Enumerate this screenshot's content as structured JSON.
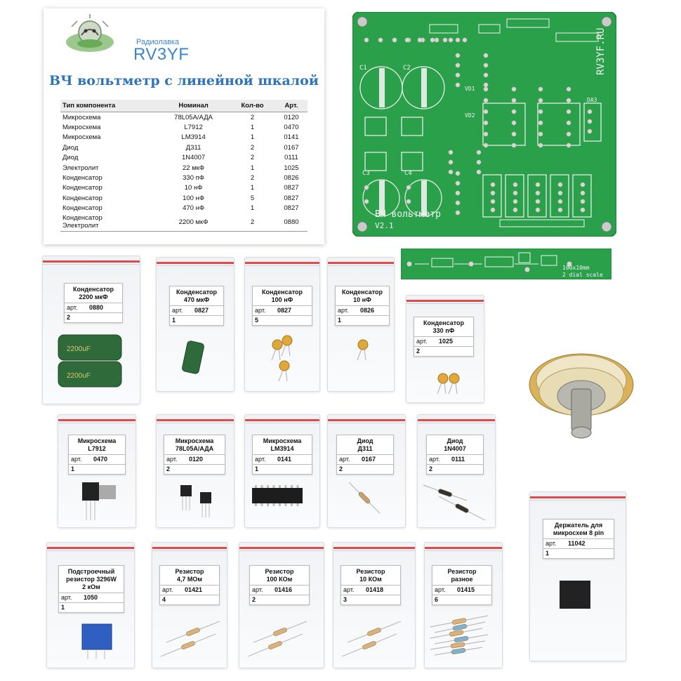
{
  "sheet": {
    "brand_sub": "Радиолавка",
    "brand": "RV3YF",
    "title": "ВЧ вольтметр с линейной шкалой",
    "table": {
      "headers": [
        "Тип компонента",
        "Номинал",
        "Кол-во",
        "Арт."
      ],
      "rows": [
        [
          "Микросхема",
          "78L05A/АДА",
          "2",
          "0120"
        ],
        [
          "Микросхема",
          "L7912",
          "1",
          "0470"
        ],
        [
          "Микросхема",
          "LM3914",
          "1",
          "0141"
        ],
        [
          "Диод",
          "Д311",
          "2",
          "0167"
        ],
        [
          "Диод",
          "1N4007",
          "2",
          "0111"
        ],
        [
          "Электролит",
          "22 мкФ",
          "1",
          "1025"
        ],
        [
          "Конденсатор",
          "330 пФ",
          "2",
          "0826"
        ],
        [
          "Конденсатор",
          "10 нФ",
          "1",
          "0827"
        ],
        [
          "Конденсатор",
          "100 нФ",
          "5",
          "0827"
        ],
        [
          "Конденсатор",
          "470 нФ",
          "1",
          "0827"
        ],
        [
          "Конденсатор\nЭлектролит",
          "2200 мкФ",
          "2",
          "0880"
        ]
      ]
    }
  },
  "pcb": {
    "brand": "RV3YF.RU",
    "title": "ВЧ вольтметр",
    "version": "V2.1",
    "labels": [
      "C1",
      "C2",
      "C3",
      "C4",
      "DA3",
      "VD1",
      "VD2"
    ]
  },
  "pcb2": {
    "label": "100x10mm",
    "sub": "2 dial scale"
  },
  "bags": [
    {
      "title": "Конденсатор\n2200 мкФ",
      "art_label": "арт.",
      "art": "0880",
      "qty": "2"
    },
    {
      "title": "Конденсатор\n470 мкФ",
      "art_label": "арт.",
      "art": "0827",
      "qty": "1"
    },
    {
      "title": "Конденсатор\n100 нФ",
      "art_label": "арт.",
      "art": "0827",
      "qty": "5"
    },
    {
      "title": "Конденсатор\n10 нФ",
      "art_label": "арт.",
      "art": "0826",
      "qty": "1"
    },
    {
      "title": "Конденсатор\n330 пФ",
      "art_label": "арт.",
      "art": "1025",
      "qty": "2"
    },
    {
      "title": "Микросхема\nL7912",
      "art_label": "арт.",
      "art": "0470",
      "qty": "1"
    },
    {
      "title": "Микросхема\n78L05A/АДА",
      "art_label": "арт.",
      "art": "0120",
      "qty": "2"
    },
    {
      "title": "Микросхема\nLM3914",
      "art_label": "арт.",
      "art": "0141",
      "qty": "1"
    },
    {
      "title": "Диод\nД311",
      "art_label": "арт.",
      "art": "0167",
      "qty": "2"
    },
    {
      "title": "Диод\n1N4007",
      "art_label": "арт.",
      "art": "0111",
      "qty": "2"
    },
    {
      "title": "Держатель для\nмикросхем 8 pin",
      "art_label": "арт.",
      "art": "11042",
      "qty": "1"
    },
    {
      "title": "Подстроечный\nрезистор 3296W\n2 кОм",
      "art_label": "арт.",
      "art": "1050",
      "qty": "1"
    },
    {
      "title": "Резистор\n4,7 МОм",
      "art_label": "арт.",
      "art": "01421",
      "qty": "4"
    },
    {
      "title": "Резистор\n100 КОм",
      "art_label": "арт.",
      "art": "01416",
      "qty": "2"
    },
    {
      "title": "Резистор\n10 КОм",
      "art_label": "арт.",
      "art": "01418",
      "qty": "3"
    },
    {
      "title": "Резистор\nразное",
      "art_label": "арт.",
      "art": "01415",
      "qty": "6"
    }
  ],
  "cap_text": "2200uF",
  "colors": {
    "pcb_green": "#2aa04a",
    "brand_blue": "#2f74b8",
    "zip_red": "#e14a4a"
  }
}
